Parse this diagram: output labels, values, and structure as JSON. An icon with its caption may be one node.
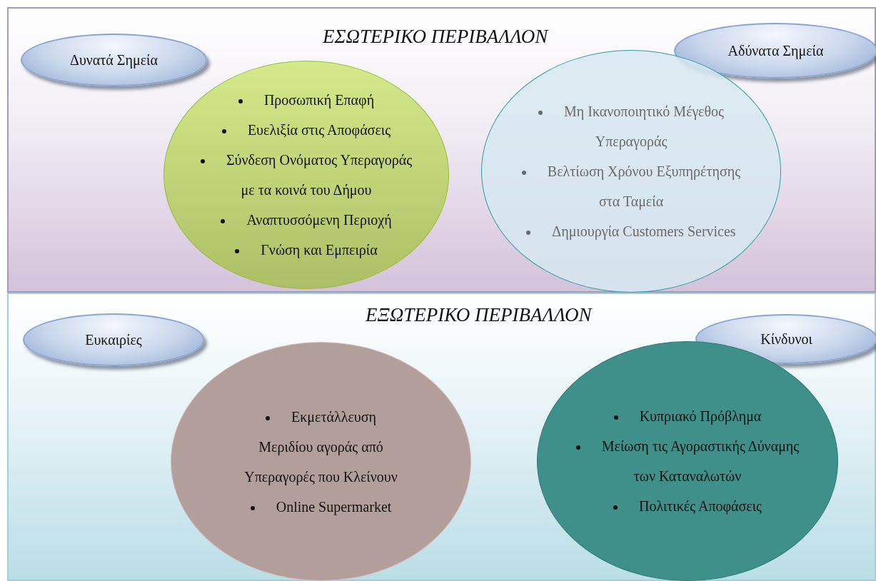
{
  "diagram": {
    "nodes": [
      {
        "text": [
          "ΕΣΩΤΕΡΙΚΟ ΠΕΡΙΒΑΛΛΟΝ"
        ]
      },
      {
        "text": [
          "Δυνατά Σημεία"
        ],
        "in": 0
      },
      {
        "text": [
          "Προσωπική Επαφή",
          "Ευελιξία στις Αποφάσεις",
          "Σύνδεση Ονόματος Υπεραγοράς με τα κοινά του Δήμου",
          "Αναπτυσσόμενη Περιοχή",
          "Γνώση και Εμπειρία"
        ],
        "in": 0
      },
      {
        "text": [
          "Αδύνατα Σημεία"
        ],
        "in": 0
      },
      {
        "text": [
          "Μη Ικανοποιητικό Μέγεθος Υπεραγοράς",
          "Βελτίωση Χρόνου Εξυπηρέτησης στα Ταμεία",
          "Δημιουργία Customers Services"
        ],
        "in": 0
      },
      {
        "text": [
          "ΕΞΩΤΕΡΙΚΟ ΠΕΡΙΒΑΛΛΟΝ"
        ]
      },
      {
        "text": [
          "Ευκαιρίες"
        ],
        "in": 5
      },
      {
        "text": [
          "Εκμετάλλευση Μεριδίου αγοράς από Υπεραγορές που Κλείνουν",
          "Online Supermarket"
        ],
        "in": 5
      },
      {
        "text": [
          "Κίνδυνοι"
        ],
        "in": 5
      },
      {
        "text": [
          "Κυπριακό Πρόβλημα",
          "Μείωση τις Αγοραστικής Δύναμης των Καταναλωτών",
          "Πολιτικές Αποφάσεις"
        ],
        "in": 5
      }
    ]
  }
}
